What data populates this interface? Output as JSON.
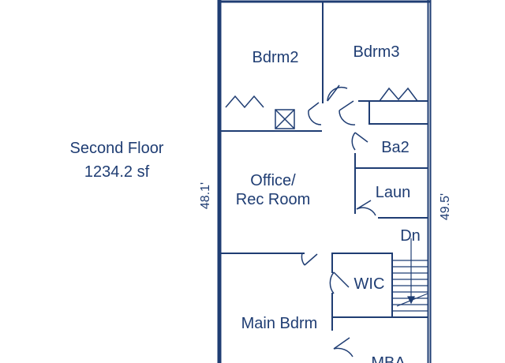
{
  "floor": {
    "name": "Second Floor",
    "area": "1234.2 sf"
  },
  "dimensions": {
    "height_left": "48.1'",
    "height_right": "49.5'"
  },
  "rooms": {
    "bdrm2": "Bdrm2",
    "bdrm3": "Bdrm3",
    "office": [
      "Office/",
      "Rec Room"
    ],
    "ba2": "Ba2",
    "laun": "Laun",
    "dn": "Dn",
    "wic": "WIC",
    "main_bdrm": "Main Bdrm",
    "mba": "MBA"
  },
  "colors": {
    "line": "#1f3d73",
    "background": "#ffffff"
  }
}
